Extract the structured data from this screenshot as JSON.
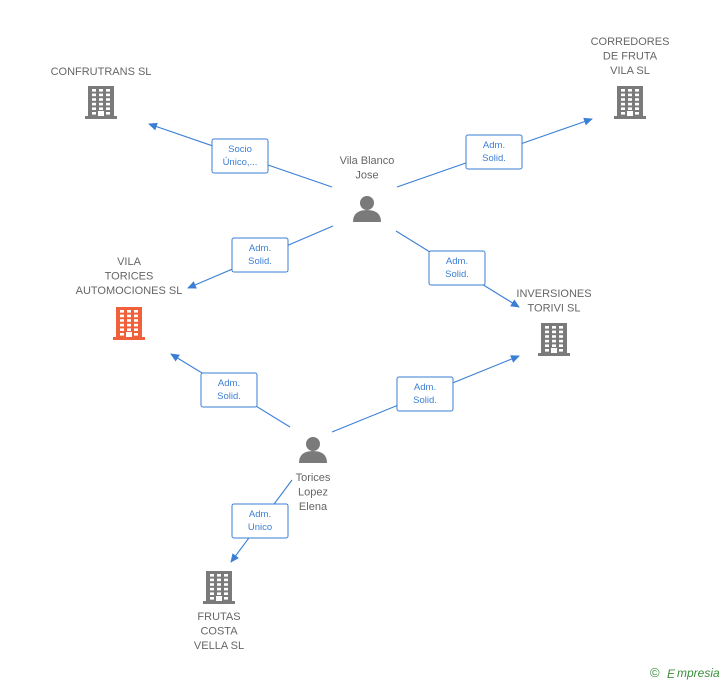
{
  "diagram": {
    "colors": {
      "edge": "#3a7fd5",
      "company": "#7a7a7a",
      "company_highlight": "#f0603a",
      "person": "#7a7a7a",
      "label": "#666666",
      "watermark": "#3c8f3c"
    },
    "nodes": [
      {
        "id": "confrutrans",
        "type": "company",
        "highlight": false,
        "icon": "building-icon",
        "label_lines": [
          "CONFRUTRANS SL"
        ]
      },
      {
        "id": "corredores",
        "type": "company",
        "highlight": false,
        "icon": "building-icon",
        "label_lines": [
          "CORREDORES",
          "DE FRUTA",
          "VILA SL"
        ]
      },
      {
        "id": "vila_blanco",
        "type": "person",
        "icon": "person-icon",
        "label_lines": [
          "Vila Blanco",
          "Jose"
        ]
      },
      {
        "id": "vila_torices",
        "type": "company",
        "highlight": true,
        "icon": "building-icon",
        "label_lines": [
          "VILA",
          "TORICES",
          "AUTOMOCIONES SL"
        ]
      },
      {
        "id": "inversiones",
        "type": "company",
        "highlight": false,
        "icon": "building-icon",
        "label_lines": [
          "INVERSIONES",
          "TORIVI SL"
        ]
      },
      {
        "id": "torices_lopez",
        "type": "person",
        "icon": "person-icon",
        "label_lines": [
          "Torices",
          "Lopez",
          "Elena"
        ]
      },
      {
        "id": "frutas_costa",
        "type": "company",
        "highlight": false,
        "icon": "building-icon",
        "label_lines": [
          "FRUTAS",
          "COSTA",
          "VELLA SL"
        ]
      }
    ],
    "edges": [
      {
        "from": "vila_blanco",
        "to": "confrutrans",
        "label_lines": [
          "Socio",
          "Único,..."
        ]
      },
      {
        "from": "vila_blanco",
        "to": "corredores",
        "label_lines": [
          "Adm.",
          "Solid."
        ]
      },
      {
        "from": "vila_blanco",
        "to": "vila_torices",
        "label_lines": [
          "Adm.",
          "Solid."
        ]
      },
      {
        "from": "vila_blanco",
        "to": "inversiones",
        "label_lines": [
          "Adm.",
          "Solid."
        ]
      },
      {
        "from": "torices_lopez",
        "to": "vila_torices",
        "label_lines": [
          "Adm.",
          "Solid."
        ]
      },
      {
        "from": "torices_lopez",
        "to": "inversiones",
        "label_lines": [
          "Adm.",
          "Solid."
        ]
      },
      {
        "from": "torices_lopez",
        "to": "frutas_costa",
        "label_lines": [
          "Adm.",
          "Unico"
        ]
      }
    ],
    "watermark": {
      "symbol": "©",
      "text": "mpresia",
      "initial": "E"
    }
  }
}
